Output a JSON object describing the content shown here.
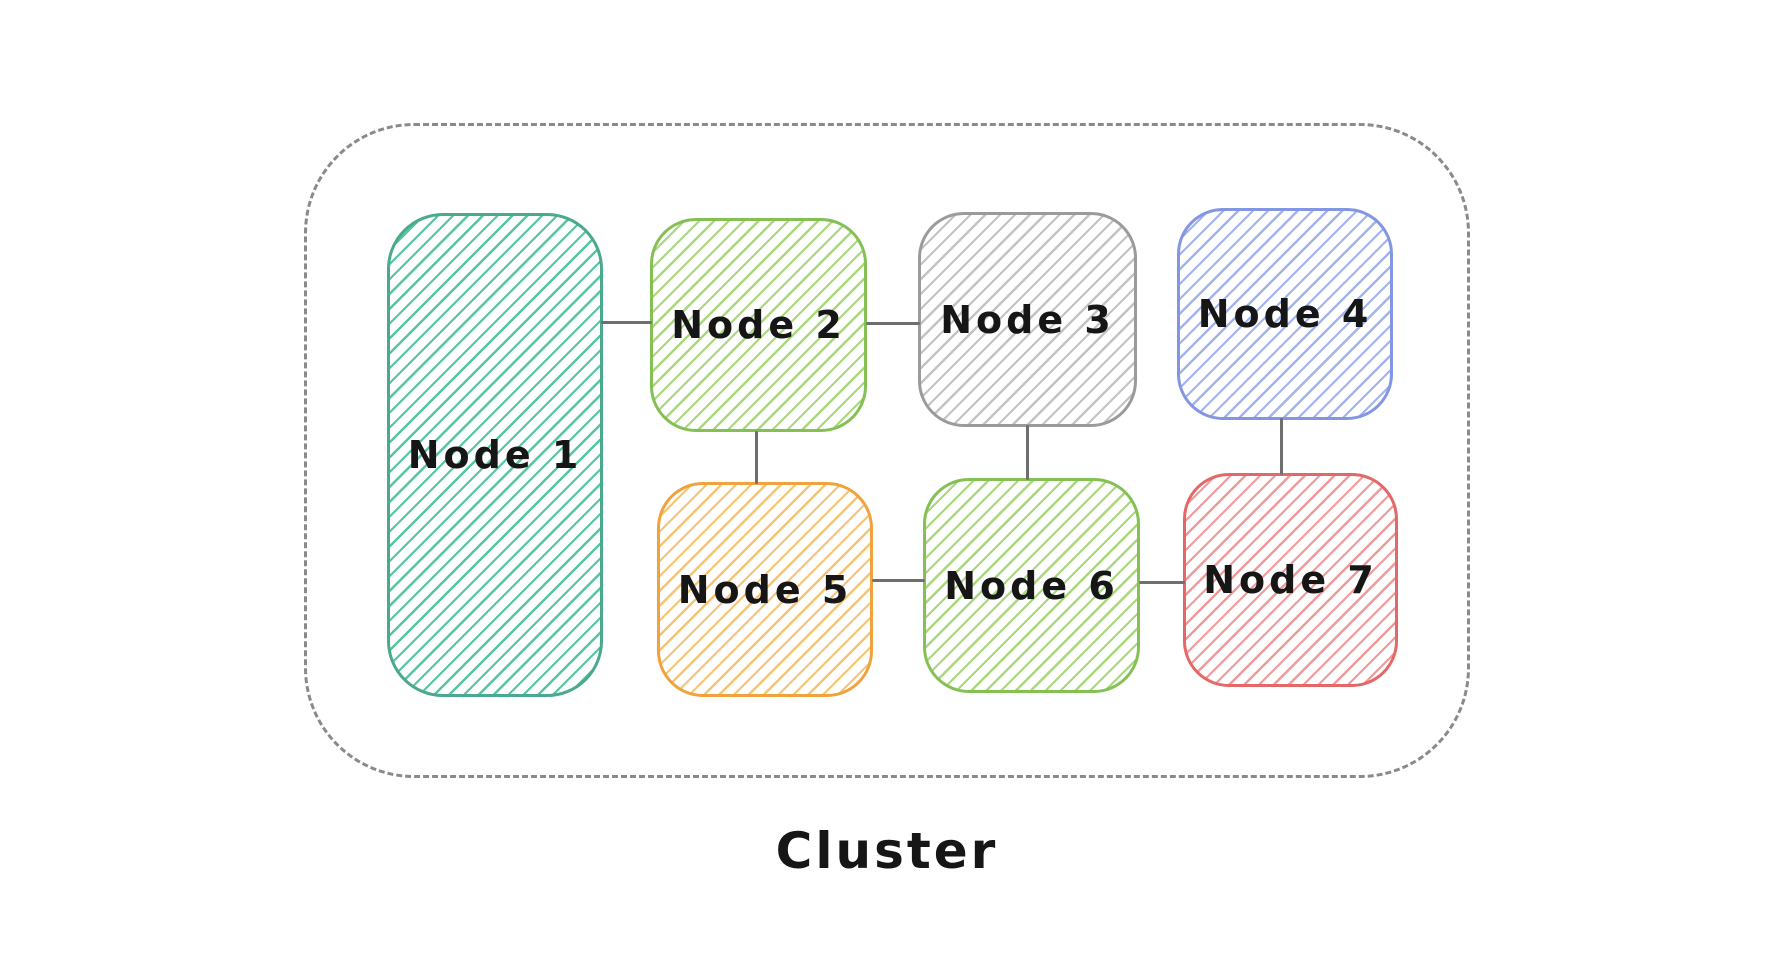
{
  "diagram": {
    "cluster_label": "Cluster",
    "cluster_border_color": "#8a8a8a",
    "connector_color": "#6f6f6f",
    "text_color": "#161616",
    "hatch_pattern": "diagonal-forward-slash",
    "nodes": [
      {
        "id": "node-1",
        "label": "Node 1",
        "color_name": "teal",
        "stroke": "#4aa98e",
        "hatch": "#55c6a0"
      },
      {
        "id": "node-2",
        "label": "Node 2",
        "color_name": "green",
        "stroke": "#85c054",
        "hatch": "#a9d87e"
      },
      {
        "id": "node-3",
        "label": "Node 3",
        "color_name": "gray",
        "stroke": "#9b9b9b",
        "hatch": "#c3c3c3"
      },
      {
        "id": "node-4",
        "label": "Node 4",
        "color_name": "blue",
        "stroke": "#8396e3",
        "hatch": "#a3b3ee"
      },
      {
        "id": "node-5",
        "label": "Node 5",
        "color_name": "orange",
        "stroke": "#f0a23c",
        "hatch": "#f6c476"
      },
      {
        "id": "node-6",
        "label": "Node 6",
        "color_name": "green",
        "stroke": "#85c054",
        "hatch": "#a9d87e"
      },
      {
        "id": "node-7",
        "label": "Node 7",
        "color_name": "red",
        "stroke": "#e46868",
        "hatch": "#f09b9b"
      }
    ],
    "connections": [
      {
        "from": "Node 1",
        "to": "Node 2",
        "orientation": "horizontal"
      },
      {
        "from": "Node 2",
        "to": "Node 3",
        "orientation": "horizontal"
      },
      {
        "from": "Node 2",
        "to": "Node 5",
        "orientation": "vertical"
      },
      {
        "from": "Node 3",
        "to": "Node 6",
        "orientation": "vertical"
      },
      {
        "from": "Node 4",
        "to": "Node 7",
        "orientation": "vertical"
      },
      {
        "from": "Node 5",
        "to": "Node 6",
        "orientation": "horizontal"
      },
      {
        "from": "Node 6",
        "to": "Node 7",
        "orientation": "horizontal"
      }
    ]
  }
}
